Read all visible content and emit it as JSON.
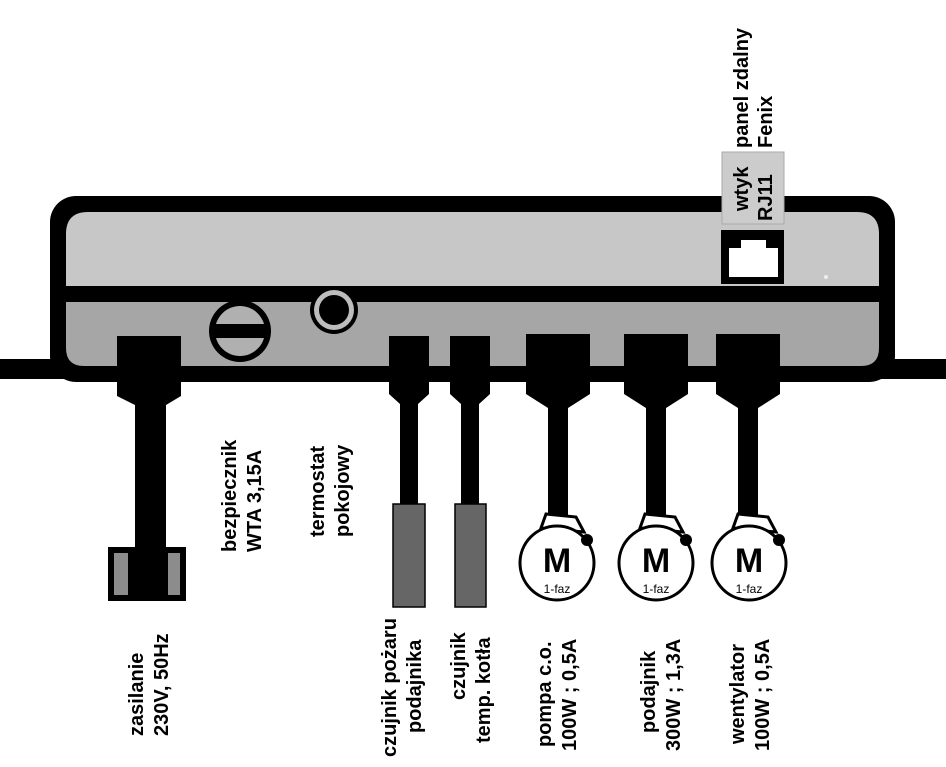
{
  "labels": {
    "zasilanie": [
      "zasilanie",
      "230V, 50Hz"
    ],
    "bezpiecznik": [
      "bezpiecznik",
      "WTA 3,15A"
    ],
    "termostat": [
      "termostat",
      "pokojowy"
    ],
    "czujnik_pozaru": [
      "czujnik pożaru",
      "podajnika"
    ],
    "czujnik_temp": [
      "czujnik",
      "temp. kotła"
    ],
    "pompa": [
      "pompa c.o.",
      "100W ; 0,5A"
    ],
    "podajnik": [
      "podajnik",
      "300W ; 1,3A"
    ],
    "wentylator": [
      "wentylator",
      "100W ; 0,5A"
    ],
    "panel": [
      "panel zdalny",
      "Fenix"
    ],
    "wtyk": [
      "wtyk",
      "RJ11"
    ]
  },
  "motor": {
    "symbol": "M",
    "phase": "1-faz"
  },
  "colors": {
    "housing_upper": "#c7c7c7",
    "housing_lower": "#a6a6a6",
    "sensor_tip": "#666666",
    "outline": "#000000",
    "label_box": "#cccccc"
  }
}
